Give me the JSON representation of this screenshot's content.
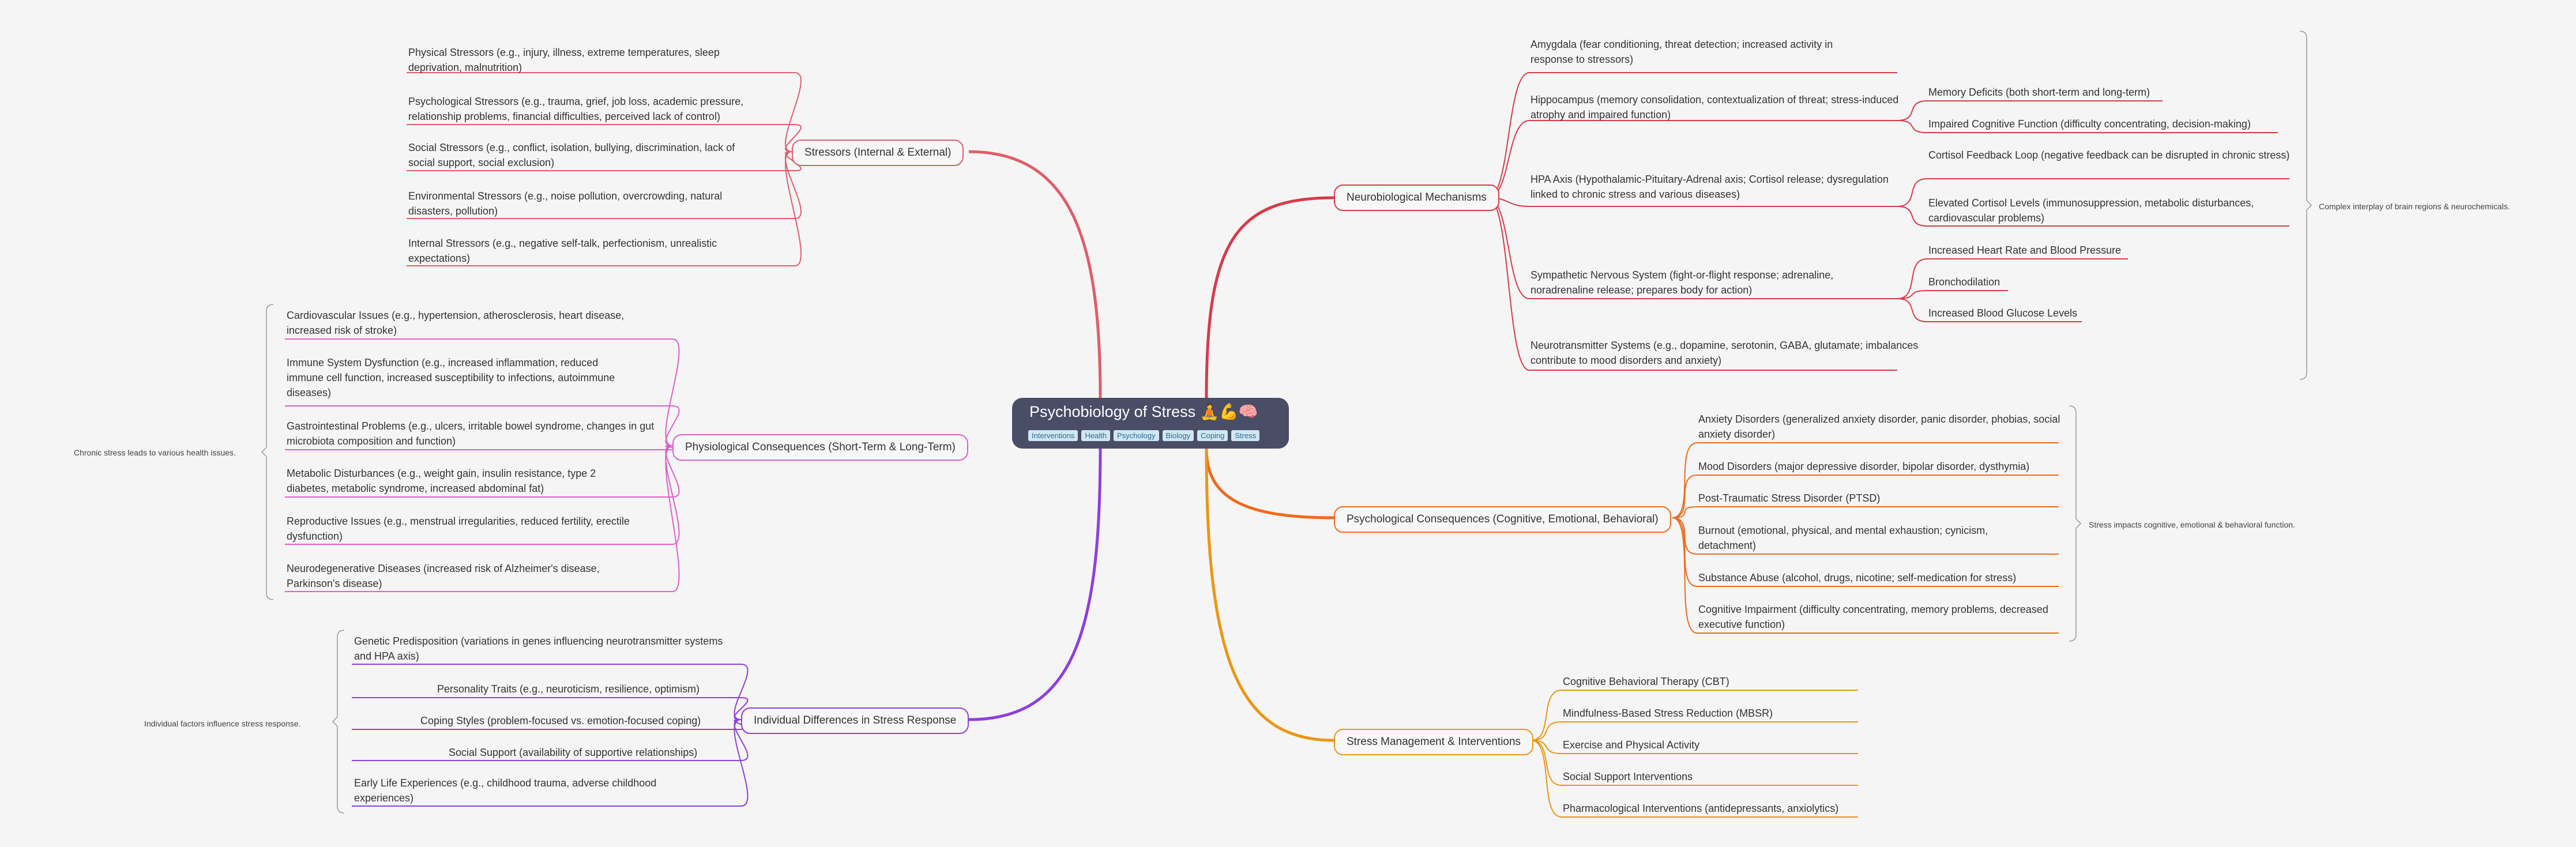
{
  "root": {
    "title": "Psychobiology of Stress 🧘💪🧠",
    "tags": [
      "Interventions",
      "Health",
      "Psychology",
      "Biology",
      "Coping",
      "Stress"
    ]
  },
  "branches": {
    "stressors": {
      "label": "Stressors (Internal & External)",
      "color": "#e05d6a",
      "items": [
        "Physical Stressors (e.g., injury, illness, extreme temperatures, sleep deprivation, malnutrition)",
        "Psychological Stressors (e.g., trauma, grief, job loss, academic pressure, relationship problems, financial difficulties, perceived lack of control)",
        "Social Stressors (e.g., conflict, isolation, bullying, discrimination, lack of social support, social exclusion)",
        "Environmental Stressors (e.g., noise pollution, overcrowding, natural disasters, pollution)",
        "Internal Stressors (e.g., negative self-talk, perfectionism, unrealistic expectations)"
      ]
    },
    "physiological": {
      "label": "Physiological Consequences (Short-Term & Long-Term)",
      "color": "#df5fc9",
      "summary": "Chronic stress leads to various health issues.",
      "items": [
        "Cardiovascular Issues (e.g., hypertension, atherosclerosis, heart disease, increased risk of stroke)",
        "Immune System Dysfunction (e.g., increased inflammation, reduced immune cell function, increased susceptibility to infections, autoimmune diseases)",
        "Gastrointestinal Problems (e.g., ulcers, irritable bowel syndrome, changes in gut microbiota composition and function)",
        "Metabolic Disturbances (e.g., weight gain, insulin resistance, type 2 diabetes, metabolic syndrome, increased abdominal fat)",
        "Reproductive Issues (e.g., menstrual irregularities, reduced fertility, erectile dysfunction)",
        "Neurodegenerative Diseases (increased risk of Alzheimer's disease, Parkinson's disease)"
      ]
    },
    "individual": {
      "label": "Individual Differences in Stress Response",
      "color": "#8e3ee0",
      "summary": "Individual factors influence stress response.",
      "items": [
        "Genetic Predisposition (variations in genes influencing neurotransmitter systems and HPA axis)",
        "Personality Traits (e.g., neuroticism, resilience, optimism)",
        "Coping Styles (problem-focused vs. emotion-focused coping)",
        "Social Support (availability of supportive relationships)",
        "Early Life Experiences (e.g., childhood trauma, adverse childhood experiences)"
      ]
    },
    "neuro": {
      "label": "Neurobiological Mechanisms",
      "color": "#d83a4a",
      "summary": "Complex interplay of brain regions & neurochemicals.",
      "items": [
        {
          "text": "Amygdala (fear conditioning, threat detection; increased activity in response to stressors)",
          "children": []
        },
        {
          "text": "Hippocampus (memory consolidation, contextualization of threat; stress-induced atrophy and impaired function)",
          "children": [
            "Memory Deficits (both short-term and long-term)",
            "Impaired Cognitive Function (difficulty concentrating, decision-making)"
          ]
        },
        {
          "text": "HPA Axis (Hypothalamic-Pituitary-Adrenal axis; Cortisol release; dysregulation linked to chronic stress and various diseases)",
          "children": [
            "Cortisol Feedback Loop (negative feedback can be disrupted in chronic stress)",
            "Elevated Cortisol Levels (immunosuppression, metabolic disturbances, cardiovascular problems)"
          ]
        },
        {
          "text": "Sympathetic Nervous System (fight-or-flight response; adrenaline, noradrenaline release; prepares body for action)",
          "children": [
            "Increased Heart Rate and Blood Pressure",
            "Bronchodilation",
            "Increased Blood Glucose Levels"
          ]
        },
        {
          "text": "Neurotransmitter Systems (e.g., dopamine, serotonin, GABA, glutamate; imbalances contribute to mood disorders and anxiety)",
          "children": []
        }
      ]
    },
    "psychological": {
      "label": "Psychological Consequences (Cognitive, Emotional, Behavioral)",
      "color": "#ef6a1c",
      "summary": "Stress impacts cognitive, emotional & behavioral function.",
      "items": [
        "Anxiety Disorders (generalized anxiety disorder, panic disorder, phobias, social anxiety disorder)",
        "Mood Disorders (major depressive disorder, bipolar disorder, dysthymia)",
        "Post-Traumatic Stress Disorder (PTSD)",
        "Burnout (emotional, physical, and mental exhaustion; cynicism, detachment)",
        "Substance Abuse (alcohol, drugs, nicotine; self-medication for stress)",
        "Cognitive Impairment (difficulty concentrating, memory problems, decreased executive function)"
      ]
    },
    "management": {
      "label": "Stress Management & Interventions",
      "color": "#eb9613",
      "items": [
        "Cognitive Behavioral Therapy (CBT)",
        "Mindfulness-Based Stress Reduction (MBSR)",
        "Exercise and Physical Activity",
        "Social Support Interventions",
        "Pharmacological Interventions (antidepressants, anxiolytics)"
      ]
    }
  }
}
